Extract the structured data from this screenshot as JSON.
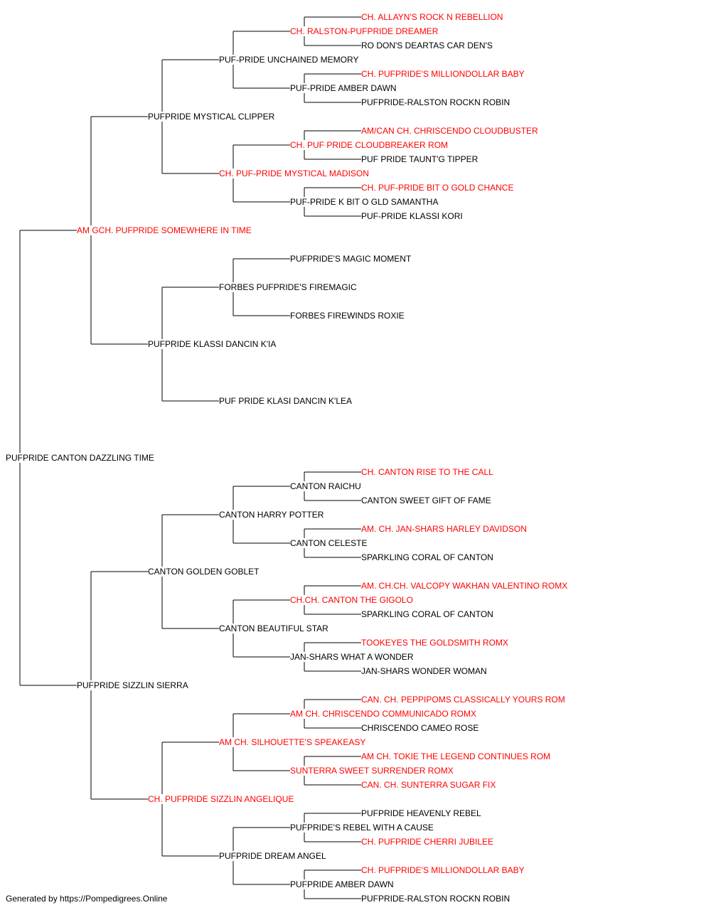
{
  "colors": {
    "champion": "#ff0000",
    "regular": "#000000",
    "line": "#000000"
  },
  "pedigree": {
    "name": "PUFPRIDE CANTON DAZZLING TIME",
    "champion": false,
    "sire": {
      "name": "AM GCH. PUFPRIDE SOMEWHERE IN TIME",
      "champion": true,
      "sire": {
        "name": "PUFPRIDE MYSTICAL CLIPPER",
        "champion": false,
        "sire": {
          "name": "PUF-PRIDE UNCHAINED MEMORY",
          "champion": false,
          "sire": {
            "name": "CH. RALSTON-PUFPRIDE DREAMER",
            "champion": true,
            "sire": {
              "name": "CH. ALLAYN'S ROCK N REBELLION",
              "champion": true
            },
            "dam": {
              "name": "RO DON'S DEARTAS CAR DEN'S",
              "champion": false
            }
          },
          "dam": {
            "name": "PUF-PRIDE AMBER DAWN",
            "champion": false,
            "sire": {
              "name": "CH. PUFPRIDE'S MILLIONDOLLAR BABY",
              "champion": true
            },
            "dam": {
              "name": "PUFPRIDE-RALSTON ROCKN ROBIN",
              "champion": false
            }
          }
        },
        "dam": {
          "name": "CH. PUF-PRIDE MYSTICAL MADISON",
          "champion": true,
          "sire": {
            "name": "CH. PUF PRIDE CLOUDBREAKER ROM",
            "champion": true,
            "sire": {
              "name": "AM/CAN CH. CHRISCENDO CLOUDBUSTER",
              "champion": true
            },
            "dam": {
              "name": "PUF PRIDE TAUNT'G TIPPER",
              "champion": false
            }
          },
          "dam": {
            "name": "PUF-PRIDE K BIT O GLD SAMANTHA",
            "champion": false,
            "sire": {
              "name": "CH. PUF-PRIDE BIT O GOLD CHANCE",
              "champion": true
            },
            "dam": {
              "name": "PUF-PRIDE KLASSI KORI",
              "champion": false
            }
          }
        }
      },
      "dam": {
        "name": "PUFPRIDE KLASSI DANCIN K'IA",
        "champion": false,
        "sire": {
          "name": "FORBES PUFPRIDE'S FIREMAGIC",
          "champion": false,
          "sire": {
            "name": "PUFPRIDE'S MAGIC MOMENT",
            "champion": false
          },
          "dam": {
            "name": "FORBES FIREWINDS ROXIE",
            "champion": false
          }
        },
        "dam": {
          "name": "PUF PRIDE KLASI DANCIN K'LEA",
          "champion": false
        }
      }
    },
    "dam": {
      "name": "PUFPRIDE SIZZLIN SIERRA",
      "champion": false,
      "sire": {
        "name": "CANTON GOLDEN GOBLET",
        "champion": false,
        "sire": {
          "name": "CANTON HARRY POTTER",
          "champion": false,
          "sire": {
            "name": "CANTON RAICHU",
            "champion": false,
            "sire": {
              "name": "CH. CANTON RISE TO THE CALL",
              "champion": true
            },
            "dam": {
              "name": "CANTON SWEET GIFT OF FAME",
              "champion": false
            }
          },
          "dam": {
            "name": "CANTON CELESTE",
            "champion": false,
            "sire": {
              "name": "AM. CH. JAN-SHARS HARLEY DAVIDSON",
              "champion": true
            },
            "dam": {
              "name": "SPARKLING CORAL OF CANTON",
              "champion": false
            }
          }
        },
        "dam": {
          "name": "CANTON BEAUTIFUL STAR",
          "champion": false,
          "sire": {
            "name": "CH.CH. CANTON THE GIGOLO",
            "champion": true,
            "sire": {
              "name": "AM. CH.CH. VALCOPY WAKHAN VALENTINO ROMX",
              "champion": true
            },
            "dam": {
              "name": "SPARKLING CORAL OF CANTON",
              "champion": false
            }
          },
          "dam": {
            "name": "JAN-SHARS WHAT A WONDER",
            "champion": false,
            "sire": {
              "name": "TOOKEYES THE GOLDSMITH ROMX",
              "champion": true
            },
            "dam": {
              "name": "JAN-SHARS WONDER WOMAN",
              "champion": false
            }
          }
        }
      },
      "dam": {
        "name": "CH. PUFPRIDE SIZZLIN ANGELIQUE",
        "champion": true,
        "sire": {
          "name": "AM CH. SILHOUETTE'S SPEAKEASY",
          "champion": true,
          "sire": {
            "name": "AM CH. CHRISCENDO COMMUNICADO ROMX",
            "champion": true,
            "sire": {
              "name": "CAN. CH. PEPPIPOMS CLASSICALLY YOURS ROM",
              "champion": true
            },
            "dam": {
              "name": "CHRISCENDO CAMEO ROSE",
              "champion": false
            }
          },
          "dam": {
            "name": "SUNTERRA SWEET SURRENDER ROMX",
            "champion": true,
            "sire": {
              "name": "AM CH. TOKIE THE LEGEND CONTINUES ROM",
              "champion": true
            },
            "dam": {
              "name": "CAN. CH. SUNTERRA SUGAR FIX",
              "champion": true
            }
          }
        },
        "dam": {
          "name": "PUFPRIDE DREAM ANGEL",
          "champion": false,
          "sire": {
            "name": "PUFPRIDE'S REBEL WITH A CAUSE",
            "champion": false,
            "sire": {
              "name": "PUFPRIDE HEAVENLY REBEL",
              "champion": false
            },
            "dam": {
              "name": "CH. PUFPRIDE CHERRI JUBILEE",
              "champion": true
            }
          },
          "dam": {
            "name": "PUFPRIDE AMBER DAWN",
            "champion": false,
            "sire": {
              "name": "CH. PUFPRIDE'S MILLIONDOLLAR BABY",
              "champion": true
            },
            "dam": {
              "name": "PUFPRIDE-RALSTON ROCKN ROBIN",
              "champion": false
            }
          }
        }
      }
    }
  },
  "footer": "Generated by https://Pompedigrees.Online"
}
